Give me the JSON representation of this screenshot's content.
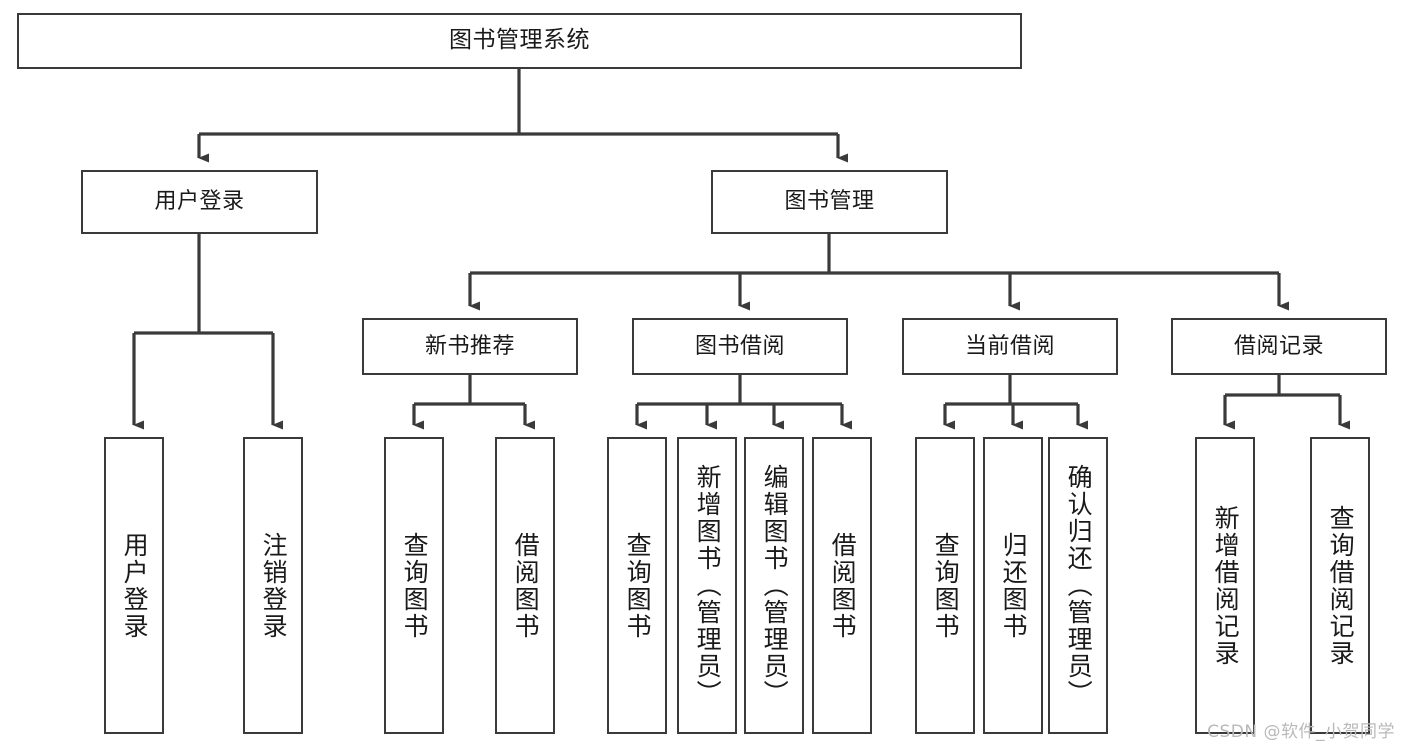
{
  "diagram": {
    "title": "图书管理系统",
    "type": "tree",
    "watermark": "CSDN @软件_小贺同学",
    "colors": {
      "box_border": "#3a3a3a",
      "box_fill": "#ffffff",
      "edge": "#3a3a3a",
      "text": "#1a1a1a",
      "watermark": "#b9b9b9"
    },
    "nodes": {
      "root": {
        "label": "图书管理系统"
      },
      "tier2": [
        {
          "id": "user-login",
          "label": "用户登录"
        },
        {
          "id": "book-management",
          "label": "图书管理"
        }
      ],
      "tier3": [
        {
          "id": "new-book-recommend",
          "label": "新书推荐"
        },
        {
          "id": "book-borrow",
          "label": "图书借阅"
        },
        {
          "id": "current-borrow",
          "label": "当前借阅"
        },
        {
          "id": "borrow-record",
          "label": "借阅记录"
        }
      ],
      "leaves": {
        "user-login": [
          {
            "id": "leaf-user-login",
            "label": "用户登录"
          },
          {
            "id": "leaf-logout-login",
            "label": "注销登录"
          }
        ],
        "new-book-recommend": [
          {
            "id": "leaf-query-book-1",
            "label": "查询图书"
          },
          {
            "id": "leaf-borrow-book-1",
            "label": "借阅图书"
          }
        ],
        "book-borrow": [
          {
            "id": "leaf-query-book-2",
            "label": "查询图书"
          },
          {
            "id": "leaf-add-book",
            "label": "新增图书（管理员）"
          },
          {
            "id": "leaf-edit-book",
            "label": "编辑图书（管理员）"
          },
          {
            "id": "leaf-borrow-book-2",
            "label": "借阅图书"
          }
        ],
        "current-borrow": [
          {
            "id": "leaf-query-book-3",
            "label": "查询图书"
          },
          {
            "id": "leaf-return-book",
            "label": "归还图书"
          },
          {
            "id": "leaf-confirm-return",
            "label": "确认归还（管理员）"
          }
        ],
        "borrow-record": [
          {
            "id": "leaf-add-record",
            "label": "新增借阅记录"
          },
          {
            "id": "leaf-query-record",
            "label": "查询借阅记录"
          }
        ]
      }
    }
  }
}
